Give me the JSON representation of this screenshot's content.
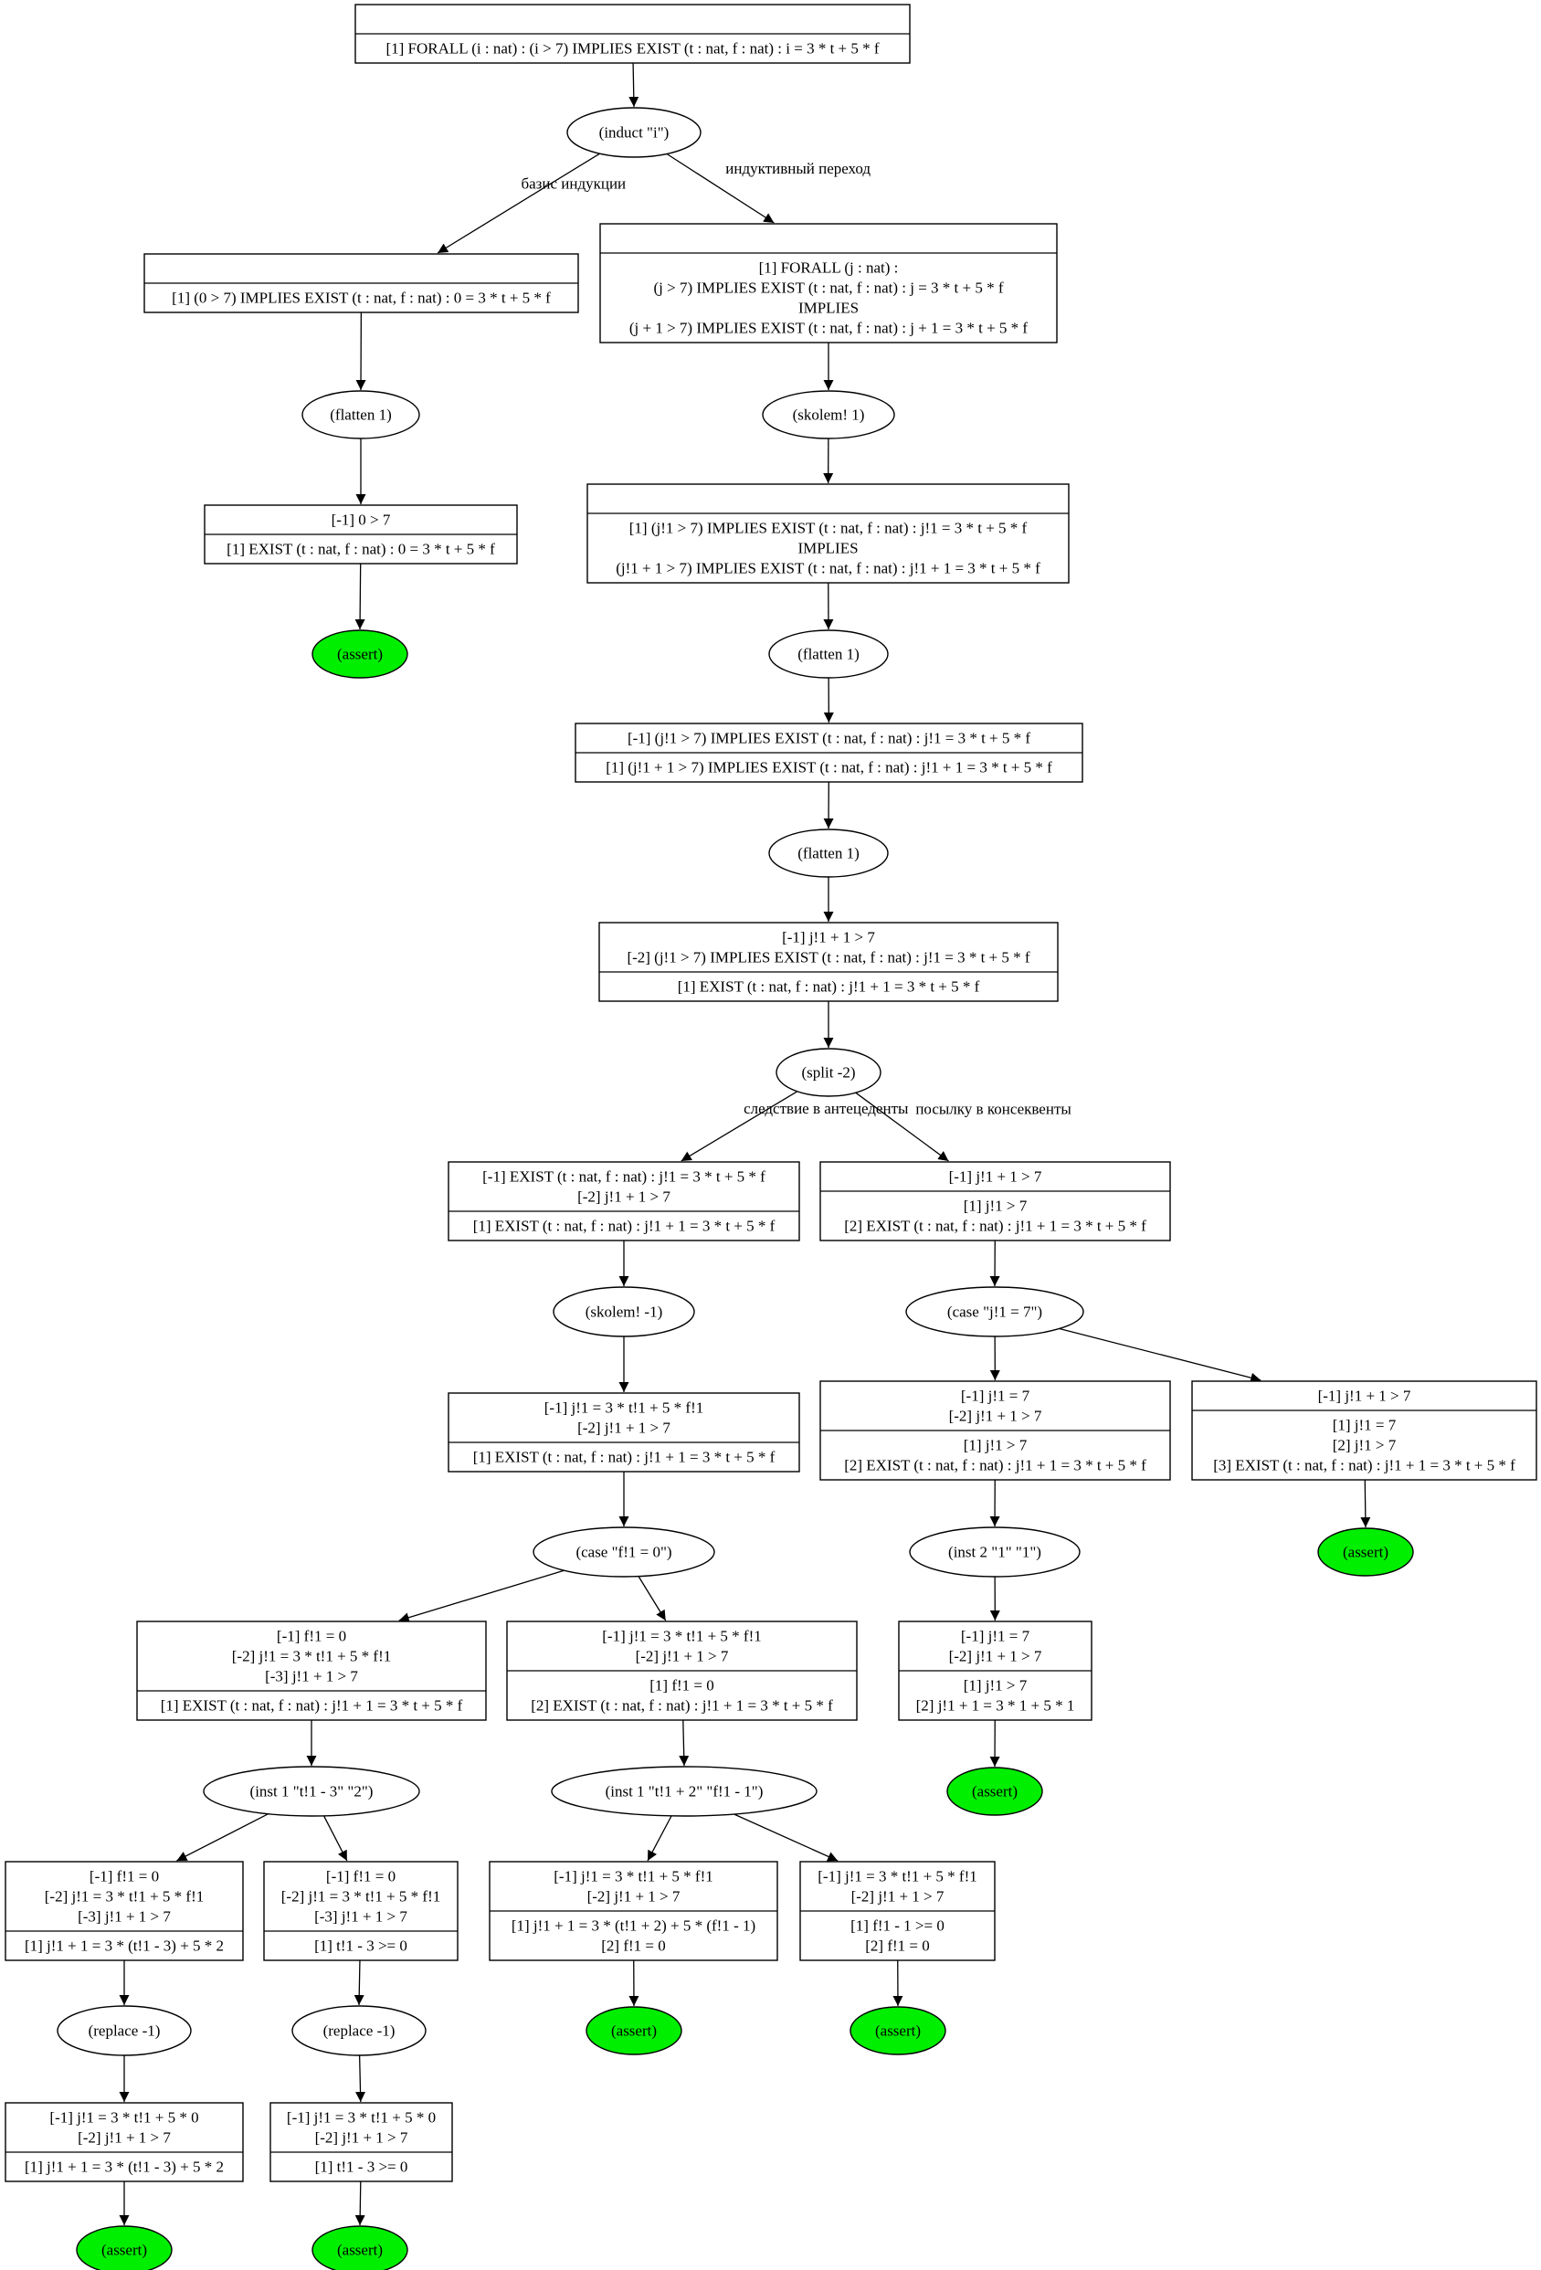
{
  "colors": {
    "stroke": "#000000",
    "background": "#ffffff",
    "assert_fill": "#00ee00"
  },
  "sequents": [
    {
      "id": "s1",
      "ante": [],
      "cons": [
        "[1] FORALL (i : nat) : (i > 7) IMPLIES EXIST (t : nat, f : nat) : i = 3 * t + 5 * f"
      ]
    },
    {
      "id": "s2",
      "ante": [],
      "cons": [
        "[1] (0 > 7) IMPLIES EXIST (t : nat, f : nat) : 0 = 3 * t + 5 * f"
      ]
    },
    {
      "id": "s3",
      "ante": [],
      "cons": [
        "[1] FORALL (j : nat) :",
        "(j > 7) IMPLIES EXIST (t : nat, f : nat) : j = 3 * t + 5 * f",
        "IMPLIES",
        "(j + 1 > 7) IMPLIES EXIST (t : nat, f : nat) : j + 1 = 3 * t + 5 * f"
      ]
    },
    {
      "id": "s4",
      "ante": [
        "[-1] 0 > 7"
      ],
      "cons": [
        "[1] EXIST (t : nat, f : nat) : 0 = 3 * t + 5 * f"
      ]
    },
    {
      "id": "s5",
      "ante": [],
      "cons": [
        "[1] (j!1 > 7) IMPLIES EXIST (t : nat, f : nat) : j!1 = 3 * t + 5 * f",
        "IMPLIES",
        "(j!1 + 1 > 7) IMPLIES EXIST (t : nat, f : nat) : j!1 + 1 = 3 * t + 5 * f"
      ]
    },
    {
      "id": "s6",
      "ante": [
        "[-1] (j!1 > 7) IMPLIES EXIST (t : nat, f : nat) : j!1 = 3 * t + 5 * f"
      ],
      "cons": [
        "[1] (j!1 + 1 > 7) IMPLIES EXIST (t : nat, f : nat) : j!1 + 1 = 3 * t + 5 * f"
      ]
    },
    {
      "id": "s7",
      "ante": [
        "[-1] j!1 + 1 > 7",
        "[-2] (j!1 > 7) IMPLIES EXIST (t : nat, f : nat) : j!1 = 3 * t + 5 * f"
      ],
      "cons": [
        "[1] EXIST (t : nat, f : nat) : j!1 + 1 = 3 * t + 5 * f"
      ]
    },
    {
      "id": "s8",
      "ante": [
        "[-1] EXIST (t : nat, f : nat) : j!1 = 3 * t + 5 * f",
        "[-2] j!1 + 1 > 7"
      ],
      "cons": [
        "[1] EXIST (t : nat, f : nat) : j!1 + 1 = 3 * t + 5 * f"
      ]
    },
    {
      "id": "s9",
      "ante": [
        "[-1] j!1 + 1 > 7"
      ],
      "cons": [
        "[1] j!1 > 7",
        "[2] EXIST (t : nat, f : nat) : j!1 + 1 = 3 * t + 5 * f"
      ]
    },
    {
      "id": "s10",
      "ante": [
        "[-1] j!1 = 3 * t!1 + 5 * f!1",
        "[-2] j!1 + 1 > 7"
      ],
      "cons": [
        "[1] EXIST (t : nat, f : nat) : j!1 + 1 = 3 * t + 5 * f"
      ]
    },
    {
      "id": "s11",
      "ante": [
        "[-1] j!1 = 7",
        "[-2] j!1 + 1 > 7"
      ],
      "cons": [
        "[1] j!1 > 7",
        "[2] EXIST (t : nat, f : nat) : j!1 + 1 = 3 * t + 5 * f"
      ]
    },
    {
      "id": "s12",
      "ante": [
        "[-1] j!1 + 1 > 7"
      ],
      "cons": [
        "[1] j!1 = 7",
        "[2] j!1 > 7",
        "[3] EXIST (t : nat, f : nat) : j!1 + 1 = 3 * t + 5 * f"
      ]
    },
    {
      "id": "s13",
      "ante": [
        "[-1] f!1 = 0",
        "[-2] j!1 = 3 * t!1 + 5 * f!1",
        "[-3] j!1 + 1 > 7"
      ],
      "cons": [
        "[1] EXIST (t : nat, f : nat) : j!1 + 1 = 3 * t + 5 * f"
      ]
    },
    {
      "id": "s14",
      "ante": [
        "[-1] j!1 = 3 * t!1 + 5 * f!1",
        "[-2] j!1 + 1 > 7"
      ],
      "cons": [
        "[1] f!1 = 0",
        "[2] EXIST (t : nat, f : nat) : j!1 + 1 = 3 * t + 5 * f"
      ]
    },
    {
      "id": "s15",
      "ante": [
        "[-1] j!1 = 7",
        "[-2] j!1 + 1 > 7"
      ],
      "cons": [
        "[1] j!1 > 7",
        "[2] j!1 + 1 = 3 * 1 + 5 * 1"
      ]
    },
    {
      "id": "s16",
      "ante": [
        "[-1] f!1 = 0",
        "[-2] j!1 = 3 * t!1 + 5 * f!1",
        "[-3] j!1 + 1 > 7"
      ],
      "cons": [
        "[1] j!1 + 1 = 3 * (t!1 - 3) + 5 * 2"
      ]
    },
    {
      "id": "s17",
      "ante": [
        "[-1] f!1 = 0",
        "[-2] j!1 = 3 * t!1 + 5 * f!1",
        "[-3] j!1 + 1 > 7"
      ],
      "cons": [
        "[1] t!1 - 3 >= 0"
      ]
    },
    {
      "id": "s18",
      "ante": [
        "[-1] j!1 = 3 * t!1 + 5 * f!1",
        "[-2] j!1 + 1 > 7"
      ],
      "cons": [
        "[1] j!1 + 1 = 3 * (t!1 + 2) + 5 * (f!1 - 1)",
        "[2] f!1 = 0"
      ]
    },
    {
      "id": "s19",
      "ante": [
        "[-1] j!1 = 3 * t!1 + 5 * f!1",
        "[-2] j!1 + 1 > 7"
      ],
      "cons": [
        "[1] f!1 - 1 >= 0",
        "[2] f!1 = 0"
      ]
    },
    {
      "id": "s20",
      "ante": [
        "[-1] j!1 = 3 * t!1 + 5 * 0",
        "[-2] j!1 + 1 > 7"
      ],
      "cons": [
        "[1] j!1 + 1 = 3 * (t!1 - 3) + 5 * 2"
      ]
    },
    {
      "id": "s21",
      "ante": [
        "[-1] j!1 = 3 * t!1 + 5 * 0",
        "[-2] j!1 + 1 > 7"
      ],
      "cons": [
        "[1] t!1 - 3 >= 0"
      ]
    }
  ],
  "rules": [
    {
      "id": "r1",
      "label": "(induct \"i\")"
    },
    {
      "id": "r2",
      "label": "(flatten 1)"
    },
    {
      "id": "r3",
      "label": "(skolem! 1)"
    },
    {
      "id": "r4",
      "label": "(flatten 1)"
    },
    {
      "id": "r5",
      "label": "(flatten 1)"
    },
    {
      "id": "r6",
      "label": "(split -2)"
    },
    {
      "id": "r7",
      "label": "(skolem! -1)"
    },
    {
      "id": "r8",
      "label": "(case \"j!1 = 7\")"
    },
    {
      "id": "r9",
      "label": "(case \"f!1 = 0\")"
    },
    {
      "id": "r10",
      "label": "(inst 2 \"1\" \"1\")"
    },
    {
      "id": "r11",
      "label": "(inst 1 \"t!1 - 3\" \"2\")"
    },
    {
      "id": "r12",
      "label": "(inst 1 \"t!1 + 2\" \"f!1 - 1\")"
    },
    {
      "id": "r13",
      "label": "(replace -1)"
    },
    {
      "id": "r14",
      "label": "(replace -1)"
    }
  ],
  "leaves": [
    {
      "id": "a1",
      "label": "(assert)"
    },
    {
      "id": "a2",
      "label": "(assert)"
    },
    {
      "id": "a3",
      "label": "(assert)"
    },
    {
      "id": "a4",
      "label": "(assert)"
    },
    {
      "id": "a5",
      "label": "(assert)"
    },
    {
      "id": "a6",
      "label": "(assert)"
    },
    {
      "id": "a7",
      "label": "(assert)"
    }
  ],
  "edges": [
    {
      "from": "s1",
      "to": "r1"
    },
    {
      "from": "r1",
      "to": "s2",
      "label": "базис индукции"
    },
    {
      "from": "r1",
      "to": "s3",
      "label": "индуктивный переход"
    },
    {
      "from": "s2",
      "to": "r2"
    },
    {
      "from": "r2",
      "to": "s4"
    },
    {
      "from": "s4",
      "to": "a1"
    },
    {
      "from": "s3",
      "to": "r3"
    },
    {
      "from": "r3",
      "to": "s5"
    },
    {
      "from": "s5",
      "to": "r4"
    },
    {
      "from": "r4",
      "to": "s6"
    },
    {
      "from": "s6",
      "to": "r5"
    },
    {
      "from": "r5",
      "to": "s7"
    },
    {
      "from": "s7",
      "to": "r6"
    },
    {
      "from": "r6",
      "to": "s8",
      "label": "следствие в антецеденты"
    },
    {
      "from": "r6",
      "to": "s9",
      "label": "посылку в консеквенты"
    },
    {
      "from": "s8",
      "to": "r7"
    },
    {
      "from": "r7",
      "to": "s10"
    },
    {
      "from": "s9",
      "to": "r8"
    },
    {
      "from": "r8",
      "to": "s11"
    },
    {
      "from": "r8",
      "to": "s12"
    },
    {
      "from": "s12",
      "to": "a2"
    },
    {
      "from": "s10",
      "to": "r9"
    },
    {
      "from": "r9",
      "to": "s13"
    },
    {
      "from": "r9",
      "to": "s14"
    },
    {
      "from": "s11",
      "to": "r10"
    },
    {
      "from": "r10",
      "to": "s15"
    },
    {
      "from": "s15",
      "to": "a3"
    },
    {
      "from": "s13",
      "to": "r11"
    },
    {
      "from": "r11",
      "to": "s16"
    },
    {
      "from": "r11",
      "to": "s17"
    },
    {
      "from": "s14",
      "to": "r12"
    },
    {
      "from": "r12",
      "to": "s18"
    },
    {
      "from": "r12",
      "to": "s19"
    },
    {
      "from": "s18",
      "to": "a4"
    },
    {
      "from": "s19",
      "to": "a5"
    },
    {
      "from": "s16",
      "to": "r13"
    },
    {
      "from": "r13",
      "to": "s20"
    },
    {
      "from": "s20",
      "to": "a6"
    },
    {
      "from": "s17",
      "to": "r14"
    },
    {
      "from": "r14",
      "to": "s21"
    },
    {
      "from": "s21",
      "to": "a7"
    }
  ]
}
